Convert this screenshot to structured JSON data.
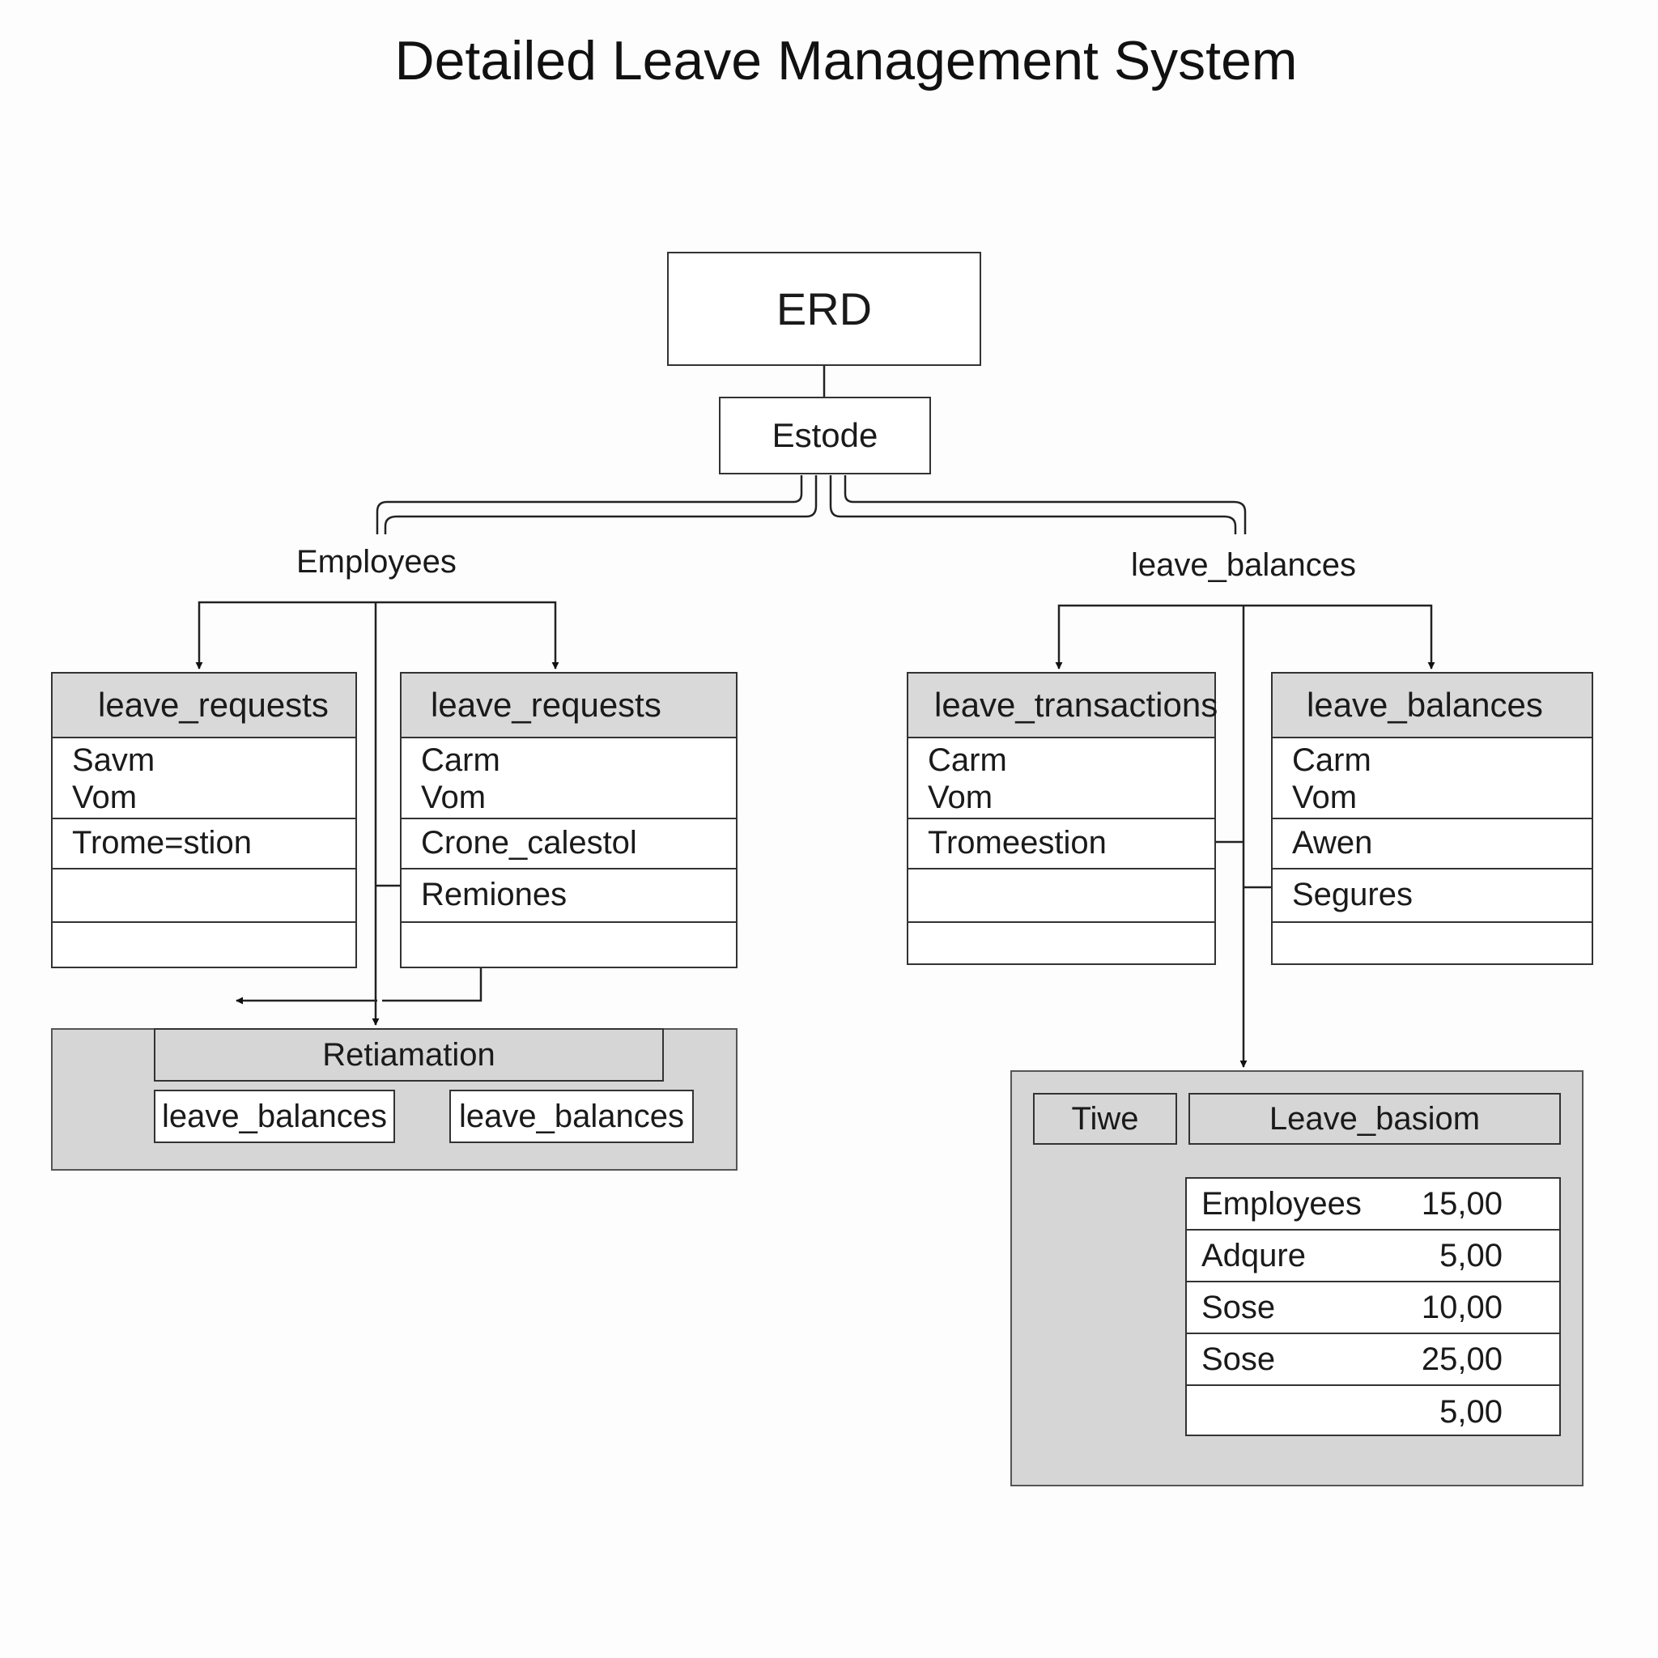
{
  "title": "Detailed Leave Management System",
  "root": "ERD",
  "subroot": "Estode",
  "branches": {
    "left": "Employees",
    "right": "leave_balances"
  },
  "entities": [
    {
      "name": "leave_requests",
      "rows": [
        [
          "Savm",
          "Vom"
        ],
        [
          "Trome=stion"
        ],
        [
          ""
        ],
        [
          ""
        ]
      ]
    },
    {
      "name": "leave_requests",
      "rows": [
        [
          "Carm",
          "Vom"
        ],
        [
          "Crone_calestol"
        ],
        [
          "Remiones"
        ],
        [
          ""
        ]
      ]
    },
    {
      "name": "leave_transactions",
      "rows": [
        [
          "Carm",
          "Vom"
        ],
        [
          "Tromeestion"
        ],
        [
          ""
        ],
        [
          ""
        ]
      ]
    },
    {
      "name": "leave_balances",
      "rows": [
        [
          "Carm",
          "Vom"
        ],
        [
          "Awen"
        ],
        [
          "Segures"
        ],
        [
          ""
        ]
      ]
    }
  ],
  "retiamation": {
    "title": "Retiamation",
    "items": [
      "leave_balances",
      "leave_balances"
    ]
  },
  "summary": {
    "col1": "Tiwe",
    "col2": "Leave_basiom",
    "rows": [
      {
        "label": "Employees",
        "value": "15,00"
      },
      {
        "label": "Adqure",
        "value": "5,00"
      },
      {
        "label": "Sose",
        "value": "10,00"
      },
      {
        "label": "Sose",
        "value": "25,00"
      },
      {
        "label": "",
        "value": "5,00"
      }
    ]
  }
}
